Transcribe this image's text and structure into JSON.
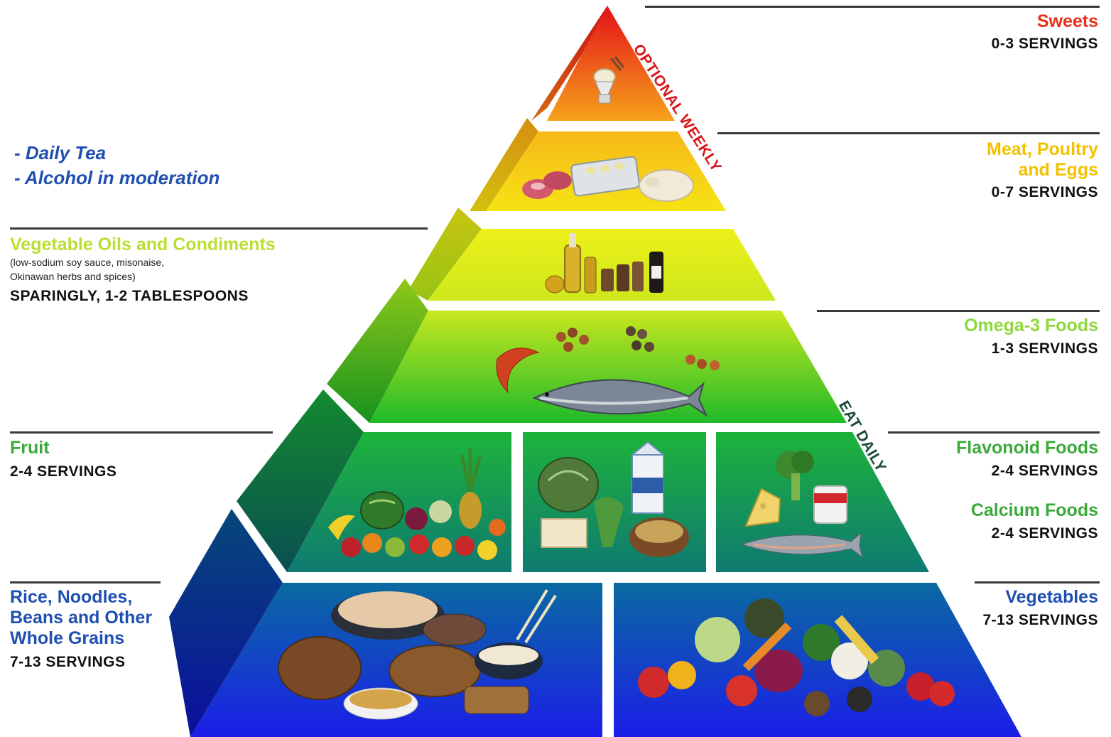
{
  "side_labels": {
    "optional": "OPTIONAL WEEKLY",
    "daily": "EAT DAILY"
  },
  "extras": {
    "line1": "- Daily Tea",
    "line2": "- Alcohol in moderation"
  },
  "tiers": {
    "sweets": {
      "name": "Sweets",
      "servings": "0-3 SERVINGS",
      "color": "#e8301a"
    },
    "meat": {
      "name_line1": "Meat, Poultry",
      "name_line2": "and Eggs",
      "servings": "0-7 SERVINGS",
      "color": "#f2c100"
    },
    "oils": {
      "name": "Vegetable Oils and Condiments",
      "note_line1": "(low-sodium soy sauce, misonaise,",
      "note_line2": "Okinawan herbs and spices)",
      "servings": "SPARINGLY, 1-2 TABLESPOONS",
      "color": "#b7e032"
    },
    "omega3": {
      "name": "Omega-3 Foods",
      "servings": "1-3 SERVINGS",
      "color": "#8ed83a"
    },
    "fruit": {
      "name": "Fruit",
      "servings": "2-4 SERVINGS",
      "color": "#3aaa3a"
    },
    "flavonoid": {
      "name": "Flavonoid Foods",
      "servings": "2-4 SERVINGS",
      "color": "#3aaa3a"
    },
    "calcium": {
      "name": "Calcium Foods",
      "servings": "2-4 SERVINGS",
      "color": "#3aaa3a"
    },
    "grains": {
      "name_line1": "Rice, Noodles,",
      "name_line2": "Beans and Other",
      "name_line3": "Whole Grains",
      "servings": "7-13 SERVINGS",
      "color": "#1f4fb0"
    },
    "vegetables": {
      "name": "Vegetables",
      "servings": "7-13 SERVINGS",
      "color": "#1f4fb0"
    }
  },
  "illustrations": {
    "sweets": "ice-cream-sundae",
    "meat": "meat-eggs-chicken",
    "oils": "oil-bottles-spices",
    "omega3": "fish-shrimp-nuts",
    "fruit": "fruit-pile",
    "calcium": "greens-milk-tofu-soup",
    "flavonoid": "cheese-broccoli-yogurt-salmon",
    "grains": "bread-noodles-rice",
    "vegetables": "vegetable-pile"
  }
}
